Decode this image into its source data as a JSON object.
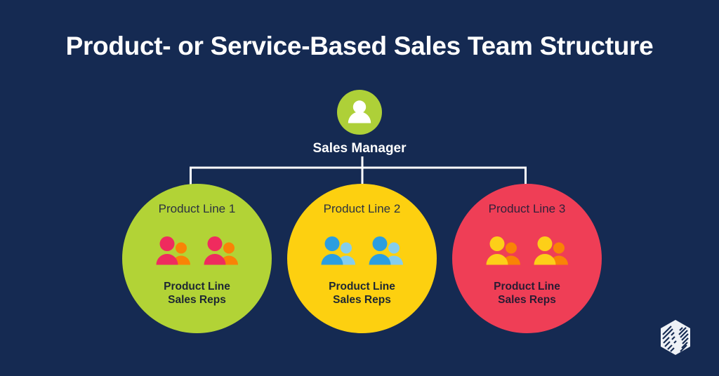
{
  "page": {
    "background_color": "#152a52",
    "title": "Product- or Service-Based Sales Team Structure"
  },
  "root": {
    "label": "Sales Manager",
    "avatar_color": "#aed038",
    "avatar_icon": "person-icon"
  },
  "branches": [
    {
      "id": "product-line-1",
      "title": "Product Line 1",
      "caption_line1": "Product Line",
      "caption_line2": "Sales Reps",
      "circle_color": "#b2d336",
      "icon_front_color": "#ef2b5e",
      "icon_back_color": "#f98306",
      "icon_count": 2,
      "icon_name": "people-group-icon"
    },
    {
      "id": "product-line-2",
      "title": "Product Line 2",
      "caption_line1": "Product Line",
      "caption_line2": "Sales Reps",
      "circle_color": "#fdd010",
      "icon_front_color": "#2b9ee0",
      "icon_back_color": "#84cdee",
      "icon_count": 2,
      "icon_name": "people-group-icon"
    },
    {
      "id": "product-line-3",
      "title": "Product Line 3",
      "caption_line1": "Product Line",
      "caption_line2": "Sales Reps",
      "circle_color": "#ef3e56",
      "icon_front_color": "#fdcf18",
      "icon_back_color": "#f98306",
      "icon_count": 2,
      "icon_name": "people-group-icon"
    }
  ],
  "connector": {
    "color": "#ffffff",
    "description": "org-chart-connector"
  },
  "logo": {
    "name": "hexagon-logo",
    "color": "#eef1f6"
  }
}
